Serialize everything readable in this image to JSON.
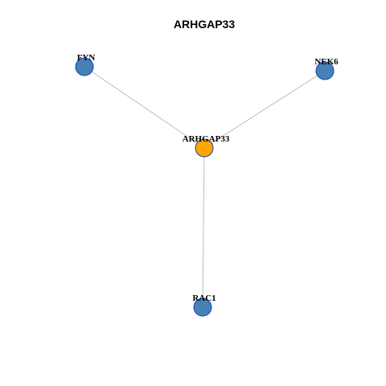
{
  "graph": {
    "title": "ARHGAP33",
    "colors": {
      "hub": "#FFA500",
      "neighbor": "#4682B4",
      "node_border": "#1f3fbf",
      "edge": "#bdbdbd"
    },
    "nodes": [
      {
        "id": "ARHGAP33",
        "label": "ARHGAP33",
        "role": "hub"
      },
      {
        "id": "FYN",
        "label": "FYN",
        "role": "neighbor"
      },
      {
        "id": "NEK6",
        "label": "NEK6",
        "role": "neighbor"
      },
      {
        "id": "RAC1",
        "label": "RAC1",
        "role": "neighbor"
      }
    ],
    "edges": [
      {
        "source": "ARHGAP33",
        "target": "FYN"
      },
      {
        "source": "ARHGAP33",
        "target": "NEK6"
      },
      {
        "source": "ARHGAP33",
        "target": "RAC1"
      }
    ]
  }
}
